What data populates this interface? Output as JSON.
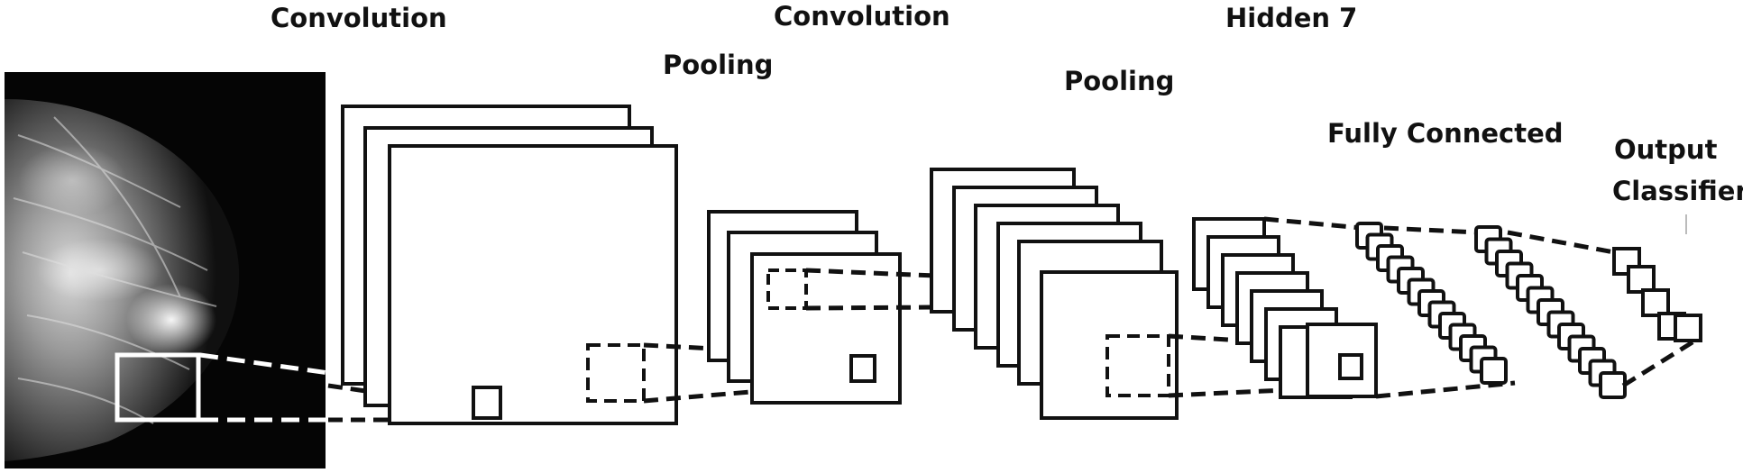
{
  "labels": {
    "conv1": "Convolution",
    "pool1": "Pooling",
    "conv2": "Convolution",
    "pool2": "Pooling",
    "hidden": "Hidden 7",
    "fc": "Fully Connected",
    "output_line1": "Output",
    "output_line2": "Classifier"
  },
  "colors": {
    "stroke": "#111111",
    "mammogram_bg": "#050505",
    "dashed_white": "#ffffff"
  }
}
